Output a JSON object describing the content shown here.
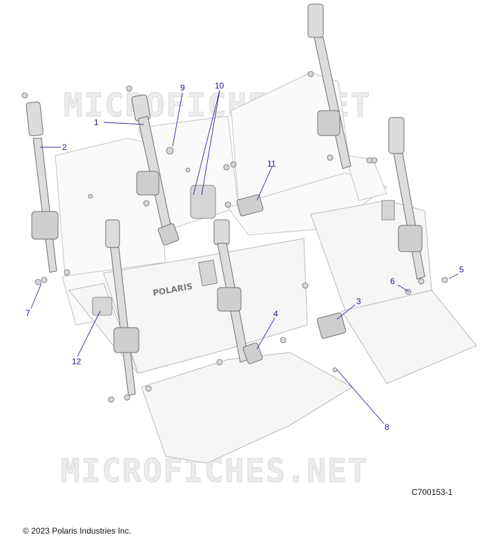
{
  "watermark": "MICROFICHES.NET",
  "brand_mark": "POLARIS",
  "callouts": [
    {
      "label": "1"
    },
    {
      "label": "2"
    },
    {
      "label": "3"
    },
    {
      "label": "4"
    },
    {
      "label": "5"
    },
    {
      "label": "6"
    },
    {
      "label": "7"
    },
    {
      "label": "8"
    },
    {
      "label": "9"
    },
    {
      "label": "10"
    },
    {
      "label": "11"
    },
    {
      "label": "12"
    }
  ],
  "figure_code": "C700153-1",
  "copyright": "© 2023 Polaris Industries Inc.",
  "colors": {
    "callout": "#1a1a9a",
    "watermark": "#d8d8d8",
    "linework": "#9a9a9a"
  }
}
